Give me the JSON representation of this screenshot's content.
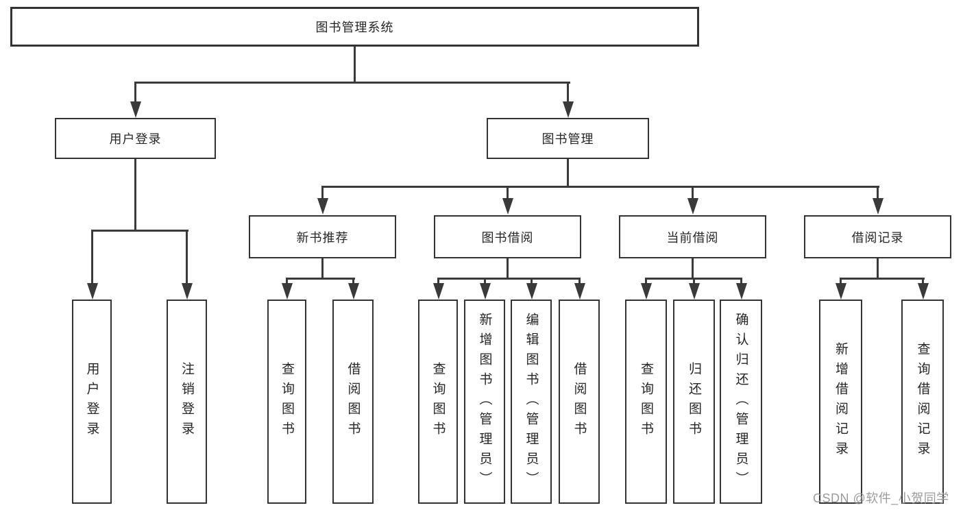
{
  "diagram": {
    "root": {
      "label": "图书管理系统"
    },
    "level2": {
      "user_login": {
        "label": "用户登录"
      },
      "book_management": {
        "label": "图书管理"
      }
    },
    "level3": {
      "new_book_recommend": {
        "label": "新书推荐"
      },
      "book_borrowing": {
        "label": "图书借阅"
      },
      "current_borrowing": {
        "label": "当前借阅"
      },
      "borrowing_records": {
        "label": "借阅记录"
      }
    },
    "leaves": {
      "user_login_action": {
        "label": "用户登录"
      },
      "logout_action": {
        "label": "注销登录"
      },
      "nb_query_books": {
        "label": "查询图书"
      },
      "nb_borrow_books": {
        "label": "借阅图书"
      },
      "bb_query_books": {
        "label": "查询图书"
      },
      "bb_add_books": {
        "label": "新增图书（管理员）"
      },
      "bb_edit_books": {
        "label": "编辑图书（管理员）"
      },
      "bb_borrow_books": {
        "label": "借阅图书"
      },
      "cb_query_books": {
        "label": "查询图书"
      },
      "cb_return_books": {
        "label": "归还图书"
      },
      "cb_confirm_return": {
        "label": "确认归还（管理员）"
      },
      "br_add_record": {
        "label": "新增借阅记录"
      },
      "br_query_record": {
        "label": "查询借阅记录"
      }
    }
  },
  "watermark": {
    "text": "CSDN @软件_小贺同学"
  },
  "colors": {
    "line": "#3a3a3a",
    "box_border": "#333333",
    "text": "#262626",
    "watermark": "#9b9b9b",
    "background": "#ffffff"
  }
}
